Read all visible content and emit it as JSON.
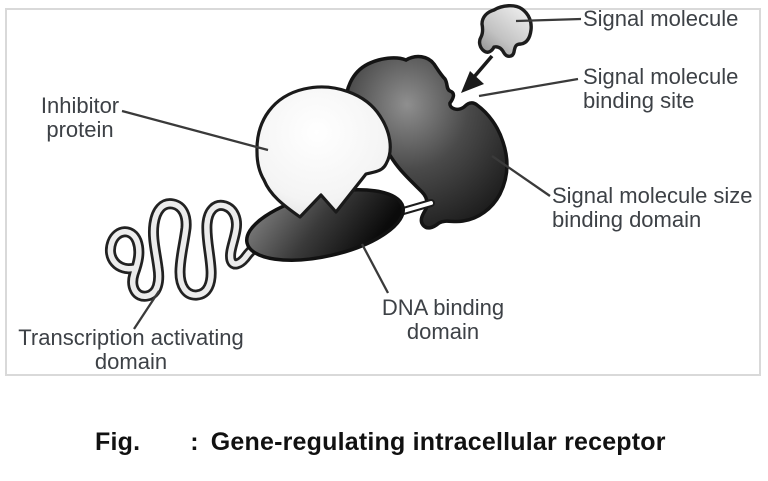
{
  "diagram": {
    "labels": {
      "signal_molecule": "Signal molecule",
      "binding_site_1": "Signal molecule",
      "binding_site_2": "binding site",
      "inhibitor_1": "Inhibitor",
      "inhibitor_2": "protein",
      "size_domain_1": "Signal molecule size",
      "size_domain_2": "binding domain",
      "dna_1": "DNA binding",
      "dna_2": "domain",
      "transcription_1": "Transcription activating",
      "transcription_2": "domain"
    },
    "colors": {
      "ink": "#1a1a1a",
      "label_text": "#3d4146",
      "frame_border": "#d9d9d9",
      "caption_text": "#111111"
    }
  },
  "caption": {
    "fig_label": "Fig.",
    "separator": ":",
    "title": "Gene-regulating intracellular receptor"
  }
}
